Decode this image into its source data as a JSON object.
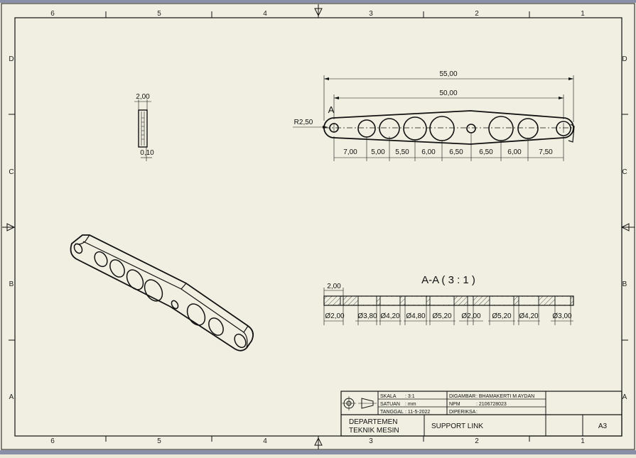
{
  "colors": {
    "paper": "#f1efe1",
    "frame": "#111111",
    "app_edge": "#8a8fa8"
  },
  "zone_columns": [
    "6",
    "5",
    "4",
    "3",
    "2",
    "1"
  ],
  "zone_rows": [
    "D",
    "C",
    "B",
    "A"
  ],
  "side_view": {
    "thickness": "2,00",
    "offset": "0,10"
  },
  "front_view": {
    "section_marker": "A",
    "radius": "R2,50",
    "overall_length": "55,00",
    "center_distance": "50,00",
    "spacings": [
      "7,00",
      "5,00",
      "5,50",
      "6,00",
      "6,50",
      "6,50",
      "6,00",
      "7,50"
    ]
  },
  "section_view": {
    "title": "A-A ( 3 : 1 )",
    "thickness": "2,00",
    "diameters": [
      "Ø2,00",
      "Ø3,80",
      "Ø4,20",
      "Ø4,80",
      "Ø5,20",
      "Ø2,00",
      "Ø5,20",
      "Ø4,20",
      "Ø3,00"
    ]
  },
  "title_block": {
    "scale_label": "SKALA",
    "scale_value": ": 3:1",
    "unit_label": "SATUAN",
    "unit_value": ": mm",
    "date_label": "TANGGAL",
    "date_value": ": 11-5-2022",
    "drawn_label": "DIGAMBAR",
    "drawn_value": ": BHAMAKERTI M AYDAN",
    "npm_label": "NPM",
    "npm_value": ": 2106728023",
    "checked_label": "DIPERIKSA",
    "checked_value": ":",
    "dept_line1": "DEPARTEMEN",
    "dept_line2": "TEKNIK MESIN",
    "part_name": "SUPPORT LINK",
    "sheet_size": "A3"
  }
}
